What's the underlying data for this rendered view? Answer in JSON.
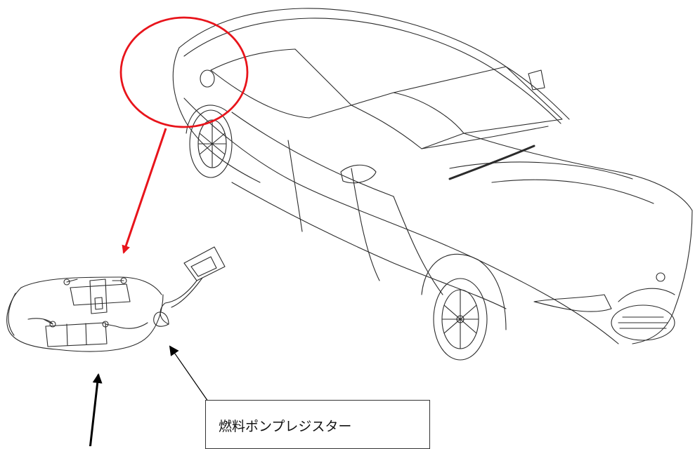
{
  "callout": {
    "label": "燃料ポンプレジスター"
  },
  "colors": {
    "highlight": "#e8141b",
    "line": "#2b2b2b",
    "pointer": "#000000"
  },
  "icons": {
    "vehicle": "car-line-drawing",
    "component": "resistor-wiring-harness"
  }
}
